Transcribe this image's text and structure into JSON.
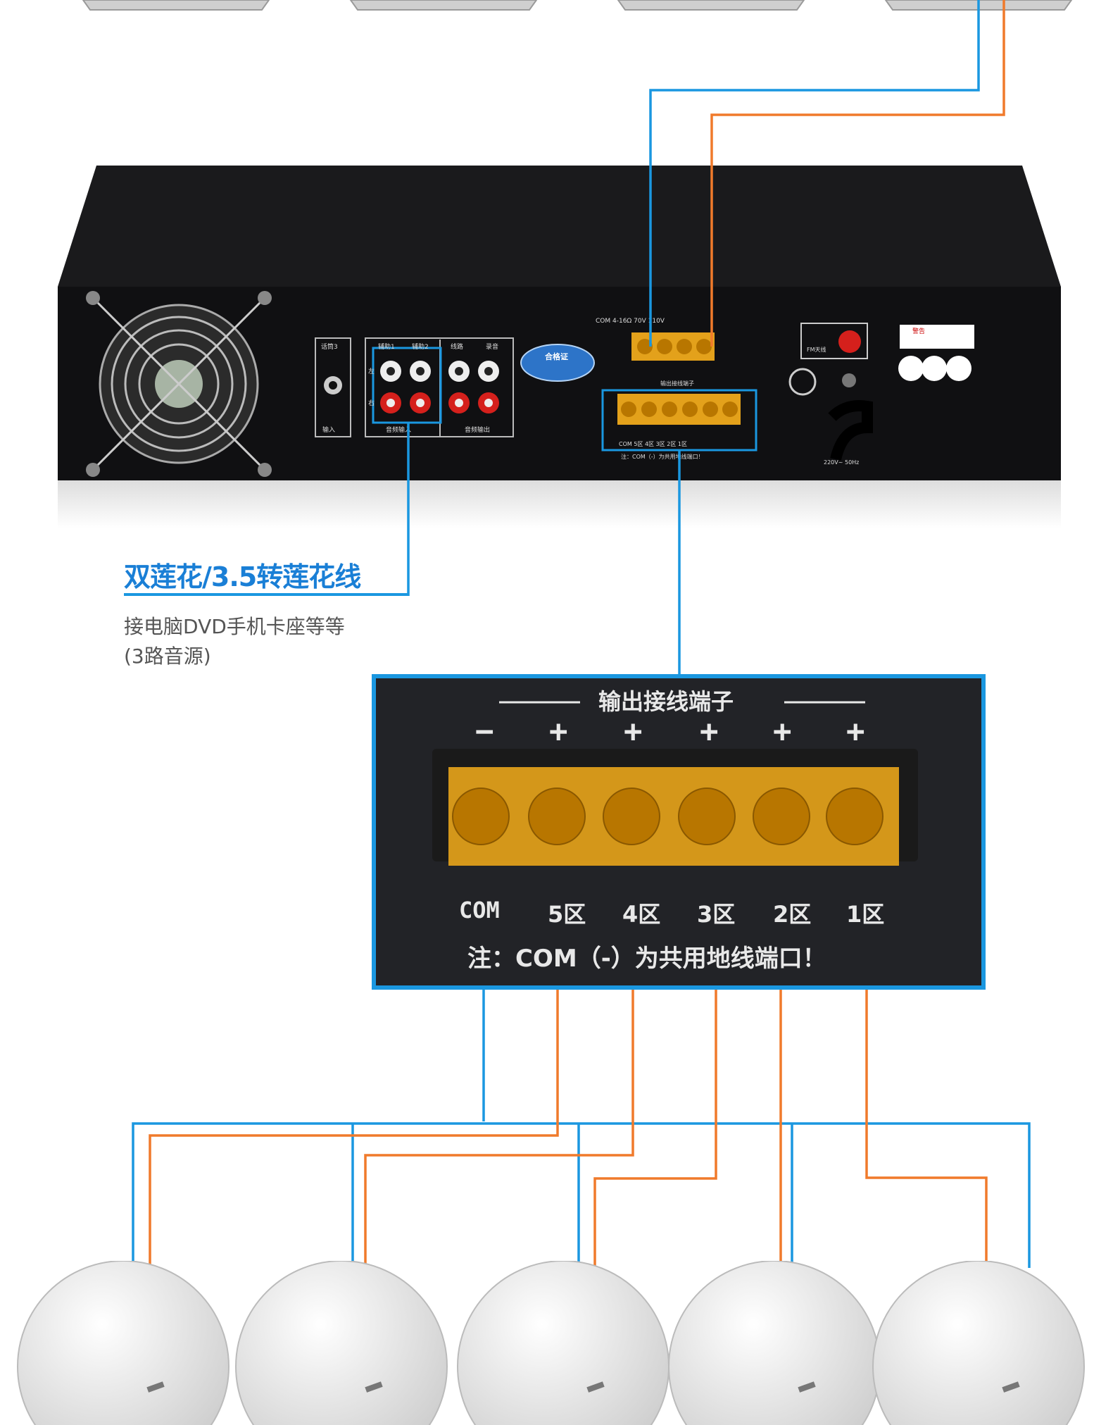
{
  "caption": {
    "title": "双莲花/3.5转莲花线",
    "desc_line1": "接电脑DVD手机卡座等等",
    "desc_line2": "(3路音源)"
  },
  "amp_panel": {
    "input_label_top": "话筒3",
    "input_label_bottom": "输入",
    "aux1": "辅助1",
    "aux2": "辅助2",
    "line": "线路",
    "record": "录音",
    "audio_in": "音频输入",
    "audio_out": "音频输出",
    "left": "左",
    "right": "右",
    "cert_badge": "合格证",
    "out_header": "COM  4-16Ω  70V  110V",
    "out_sub": "输出接线端子",
    "small_zones": "COM  5区  4区  3区  2区  1区",
    "small_note": "注：COM（-）为共用地线端口！",
    "fm_label": "FM天线",
    "power_label": "220V~ 50Hz",
    "warning": "警告"
  },
  "zoom": {
    "header": "输出接线端子",
    "signs": [
      "−",
      "+",
      "+",
      "+",
      "+",
      "+"
    ],
    "zones": [
      "COM",
      "5区",
      "4区",
      "3区",
      "2区",
      "1区"
    ],
    "note": "注：COM（-）为共用地线端口！"
  },
  "colors": {
    "blue_wire": "#1a97e0",
    "orange_wire": "#f07a2b",
    "caption_blue": "#1a7fd6",
    "terminal_amber": "#e3a11b"
  }
}
